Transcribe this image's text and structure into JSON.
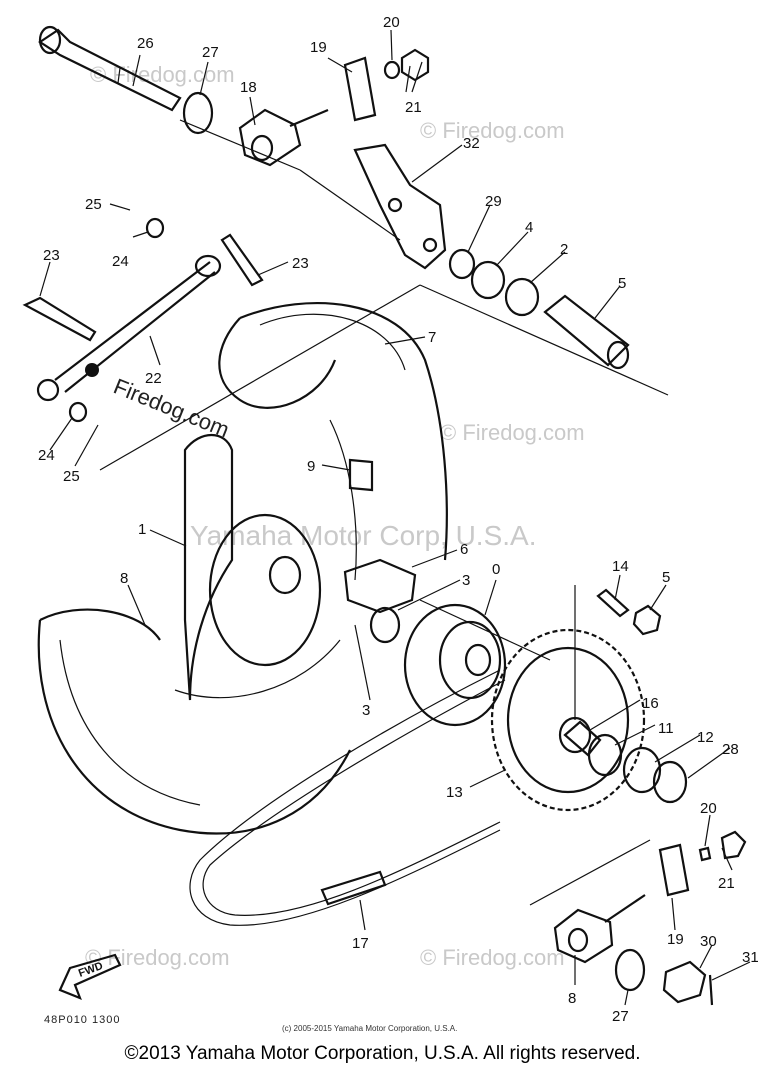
{
  "watermarks": {
    "firedog": "© Firedog.com",
    "firedog_plain": "Firedog.com",
    "center": "Yamaha Motor Corp, U.S.A."
  },
  "fwd_badge": "FWD",
  "callouts": [
    {
      "id": "26",
      "text": "26"
    },
    {
      "id": "27a",
      "text": "27"
    },
    {
      "id": "19a",
      "text": "19"
    },
    {
      "id": "20a",
      "text": "20"
    },
    {
      "id": "21a",
      "text": "21"
    },
    {
      "id": "18",
      "text": "18"
    },
    {
      "id": "32",
      "text": "32"
    },
    {
      "id": "25a",
      "text": "25"
    },
    {
      "id": "24a",
      "text": "24"
    },
    {
      "id": "29",
      "text": "29"
    },
    {
      "id": "4",
      "text": "4"
    },
    {
      "id": "2",
      "text": "2"
    },
    {
      "id": "23a",
      "text": "23"
    },
    {
      "id": "23b",
      "text": "23"
    },
    {
      "id": "5a",
      "text": "5"
    },
    {
      "id": "7",
      "text": "7"
    },
    {
      "id": "22",
      "text": "22"
    },
    {
      "id": "24b",
      "text": "24"
    },
    {
      "id": "25b",
      "text": "25"
    },
    {
      "id": "9",
      "text": "9"
    },
    {
      "id": "1",
      "text": "1"
    },
    {
      "id": "6",
      "text": "6"
    },
    {
      "id": "8a",
      "text": "8"
    },
    {
      "id": "3a",
      "text": "3"
    },
    {
      "id": "0",
      "text": "0"
    },
    {
      "id": "14",
      "text": "14"
    },
    {
      "id": "5b",
      "text": "5"
    },
    {
      "id": "3b",
      "text": "3"
    },
    {
      "id": "16",
      "text": "16"
    },
    {
      "id": "11",
      "text": "11"
    },
    {
      "id": "12",
      "text": "12"
    },
    {
      "id": "28",
      "text": "28"
    },
    {
      "id": "13",
      "text": "13"
    },
    {
      "id": "20b",
      "text": "20"
    },
    {
      "id": "21b",
      "text": "21"
    },
    {
      "id": "17",
      "text": "17"
    },
    {
      "id": "19b",
      "text": "19"
    },
    {
      "id": "30",
      "text": "30"
    },
    {
      "id": "31",
      "text": "31"
    },
    {
      "id": "8b",
      "text": "8"
    },
    {
      "id": "27b",
      "text": "27"
    }
  ],
  "diagram_code": "48P010 1300",
  "small_copyright": "(c) 2005-2015 Yamaha Motor Corporation, U.S.A.",
  "footer_copyright": "©2013 Yamaha Motor Corporation, U.S.A. All rights reserved."
}
